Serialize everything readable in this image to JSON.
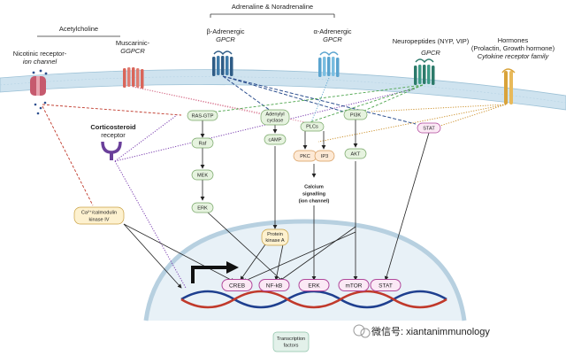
{
  "groups": {
    "acetylcholine": "Acetylcholine",
    "adrenaline": "Adrenaline & Noradrenaline"
  },
  "receptors": {
    "nicotinic": {
      "name": "Nicotinic receptor-",
      "type": "ion channel"
    },
    "muscarinic": {
      "name": "Muscarinic-",
      "type": "GGPCR"
    },
    "beta": {
      "name": "β-Adrenergic",
      "type": "GPCR"
    },
    "alpha": {
      "name": "α-Adrenergic",
      "type": "GPCR"
    },
    "neuropeptides": {
      "name": "Neuropeptides (NYP, VIP)",
      "type": "GPCR"
    },
    "hormones": {
      "name": "Hormones",
      "sub": "(Prolactin, Growth hormone)",
      "type": "Cytokine receptor family"
    }
  },
  "corticosteroid": {
    "line1": "Corticosteroid",
    "line2": "receptor"
  },
  "nodes": {
    "ras": "RAS-GTP",
    "adenylyl1": "Adenylyl",
    "adenylyl2": "cyclase",
    "pi3k": "PI3K",
    "plc": "PLCs",
    "stat_top": "STAT",
    "raf": "Raf",
    "camp": "cAMP",
    "pkc": "PKC",
    "ip3": "IP3",
    "akt": "AKT",
    "mek": "MEK",
    "erk_top": "ERK",
    "calcium1": "Calcium",
    "calcium2": "signalling",
    "calcium3": "(ion channel)",
    "pka1": "Protein",
    "pka2": "kinase A",
    "camk1": "Ca²⁺/calmodulin",
    "camk2": "kinase IV"
  },
  "transcription_factors": [
    "CREB",
    "NF-kB",
    "ERK",
    "mTOR",
    "STAT"
  ],
  "tf_box": {
    "line1": "Transcription",
    "line2": "factors"
  },
  "watermark": "微信号: xiantanimmunology",
  "colors": {
    "membrane": "#cfe3ef",
    "nucleus": "#e8f1f7",
    "node_fill": "#e6f3df",
    "node_stroke": "#7aa86a",
    "tf_stroke": "#b0489b",
    "tf_fill": "#fbe9f5",
    "red_dash": "#c0392b",
    "purple_dot": "#7b3fb0",
    "blue_dash": "#2d4f8f",
    "green_dash": "#4fa64f",
    "orange_dot": "#c98a1e",
    "pink_dot": "#d66f8a"
  }
}
